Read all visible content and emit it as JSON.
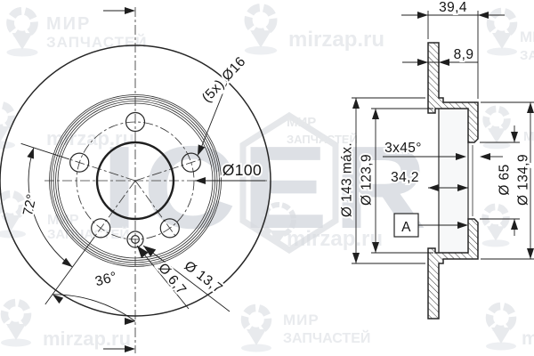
{
  "watermarks": {
    "brand": "ICER",
    "site": "mirzap.ru",
    "shop_line1": "МИР",
    "shop_line2": "ЗАПЧАСТЕЙ"
  },
  "front_view": {
    "bolt_holes": "(5x) Ø16",
    "bolt_circle_diameter": "Ø100",
    "hole_angle": "72°",
    "screw_angle": "36°",
    "counterbore_diameter": "Ø 13,7",
    "screw_hole_diameter": "Ø 6,7"
  },
  "section_view": {
    "overall_width": "39,4",
    "thickness": "8,9",
    "chamfer": "3x45°",
    "hat_depth": "34,2",
    "max_diameter": "Ø 143 máx.",
    "inner_diameter": "Ø 123,9",
    "center_bore": "Ø 65",
    "hat_outer_diameter": "Ø 134,9",
    "surface_label": "A"
  }
}
